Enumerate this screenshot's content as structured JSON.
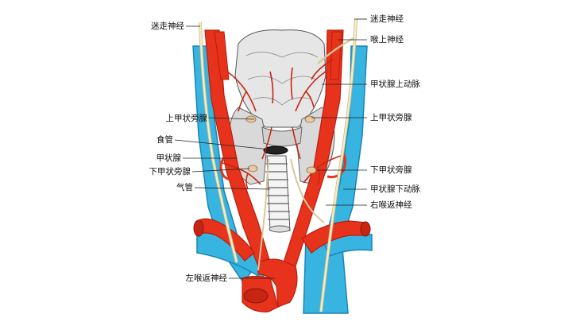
{
  "labels": {
    "left": {
      "vagus_nerve": "迷走神经",
      "superior_parathyroid": "上甲状旁腺",
      "esophagus": "食管",
      "thyroid_gland": "甲状腺",
      "inferior_parathyroid": "下甲状旁腺",
      "trachea": "气管",
      "left_recurrent_laryngeal_nerve": "左喉返神经"
    },
    "right": {
      "vagus_nerve": "迷走神经",
      "superior_laryngeal_nerve": "喉上神经",
      "superior_thyroid_artery": "甲状腺上动脉",
      "superior_parathyroid": "上甲状旁腺",
      "inferior_parathyroid": "下甲状旁腺",
      "inferior_thyroid_artery": "甲状腺下动脉",
      "right_recurrent_laryngeal_nerve": "右喉返神经"
    }
  },
  "colors": {
    "artery": "#e8331c",
    "artery_dark": "#b81e0e",
    "vein": "#38b4e0",
    "vein_dark": "#1b84b8",
    "nerve": "#f6ecc4",
    "gland": "#dcdcdc",
    "trachea": "#f4f4f4"
  }
}
